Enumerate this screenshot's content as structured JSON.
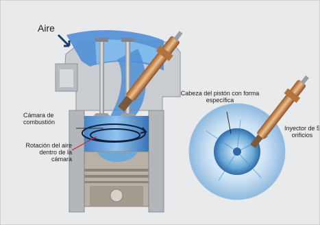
{
  "labels": {
    "air": "Aire",
    "combustion_chamber": "Cámara de combustión",
    "air_rotation": "Rotación del aire dentro de la cámara",
    "piston_head": "Cabeza del pistón con forma específica",
    "injector": "Inyector de 5 orificios"
  },
  "colors": {
    "background": "#e9eaec",
    "head_metal": "#c9ccd0",
    "intake_blue": "#4f8fd6",
    "chamber_blue": "#5aa3e0",
    "piston": "#b9b1a8",
    "injector": "#c98a5a",
    "swirl_arrow": "#0d1f3a",
    "pointer_red": "#d9232d"
  }
}
